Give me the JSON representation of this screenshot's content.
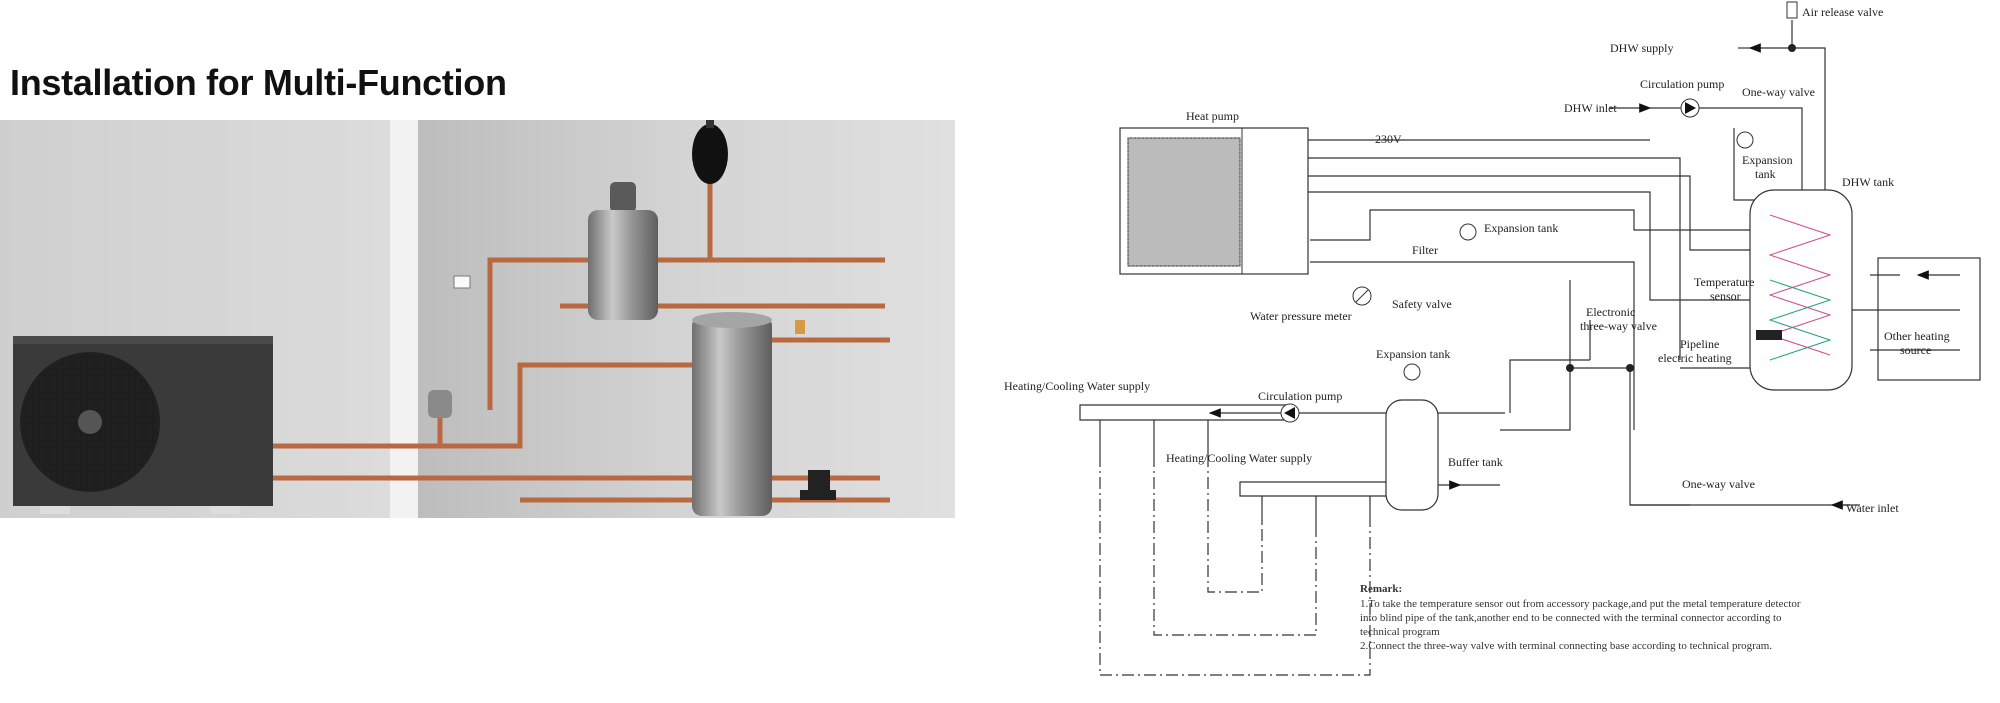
{
  "page": {
    "title": "Installation for Multi-Function"
  },
  "diagram": {
    "labels": {
      "air_release_valve": "Air release valve",
      "dhw_supply": "DHW supply",
      "circulation_pump_top": "Circulation pump",
      "one_way_valve_top": "One-way valve",
      "dhw_inlet": "DHW inlet",
      "heat_pump": "Heat pump",
      "voltage": "230V",
      "expansion_tank_right_1": "Expansion",
      "expansion_tank_right_2": "tank",
      "dhw_tank": "DHW tank",
      "expansion_tank_mid": "Expansion tank",
      "filter": "Filter",
      "temperature_sensor_1": "Temperature",
      "temperature_sensor_2": "sensor",
      "safety_valve": "Safety valve",
      "water_pressure_meter": "Water pressure meter",
      "electronic_3way_1": "Electronic",
      "electronic_3way_2": "three-way valve",
      "other_heating_1": "Other heating",
      "other_heating_2": "source",
      "expansion_tank_buffer": "Expansion tank",
      "pipeline_heating_1": "Pipeline",
      "pipeline_heating_2": "electric heating",
      "hc_supply_top": "Heating/Cooling Water supply",
      "circulation_pump_mid": "Circulation pump",
      "hc_supply_bottom": "Heating/Cooling Water supply",
      "buffer_tank": "Buffer tank",
      "one_way_valve_bottom": "One-way valve",
      "water_inlet": "Water inlet"
    },
    "remark": {
      "heading": "Remark:",
      "line1": "1.To take the temperature sensor out from accessory package,and put the metal temperature detector",
      "line2": "into blind pipe of the tank,another end to be connected with the terminal connector according to",
      "line3": "technical program",
      "line4": "2.Connect the three-way valve with terminal connecting base according to technical program."
    }
  }
}
